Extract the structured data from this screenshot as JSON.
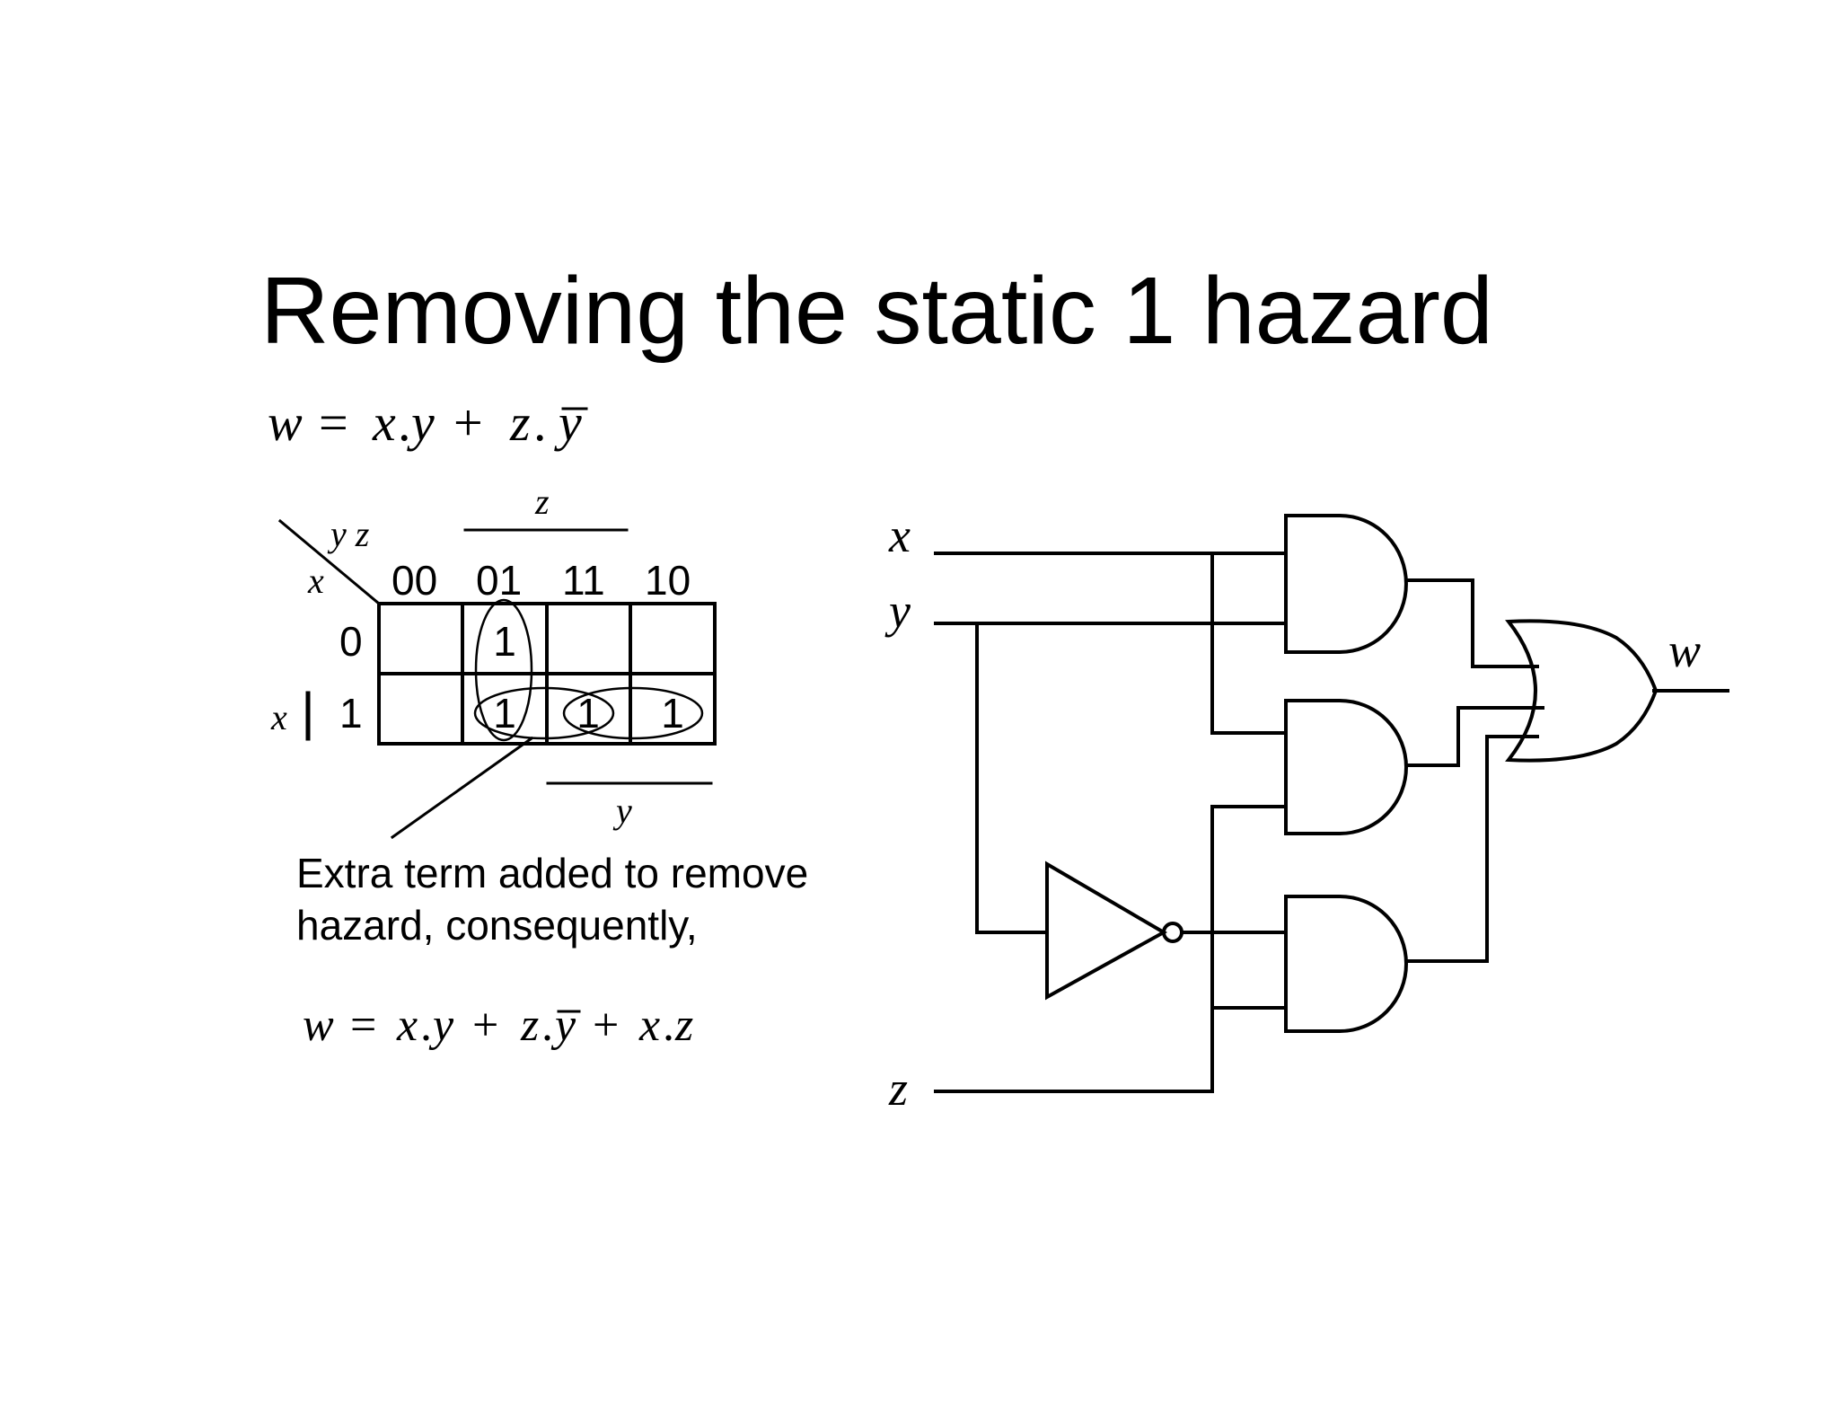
{
  "title": "Removing the static 1 hazard",
  "equation1": {
    "lhs": "w",
    "eq": "=",
    "x": "x",
    "dot1": ".",
    "y": "y",
    "plus": "+",
    "z": "z",
    "dot2": ".",
    "ybar": "y"
  },
  "kmap": {
    "corner_yz": "y z",
    "corner_x": "x",
    "z_label": "z",
    "y_label": "y",
    "x_side_label": "x",
    "col_headers": [
      "00",
      "01",
      "11",
      "10"
    ],
    "row_headers": [
      "0",
      "1"
    ],
    "cells": [
      [
        "",
        "1",
        "",
        ""
      ],
      [
        "",
        "1",
        "1",
        "1"
      ]
    ]
  },
  "note": {
    "line1": "Extra term added to remove",
    "line2": "hazard, consequently,"
  },
  "equation2": {
    "lhs": "w",
    "eq": "=",
    "x1": "x",
    "dot1": ".",
    "y1": "y",
    "plus1": "+",
    "z1": "z",
    "dot2": ".",
    "ybar": "y",
    "plus2": "+",
    "x2": "x",
    "dot3": ".",
    "z2": "z"
  },
  "circuit": {
    "input_x": "x",
    "input_y": "y",
    "input_z": "z",
    "output_w": "w"
  }
}
